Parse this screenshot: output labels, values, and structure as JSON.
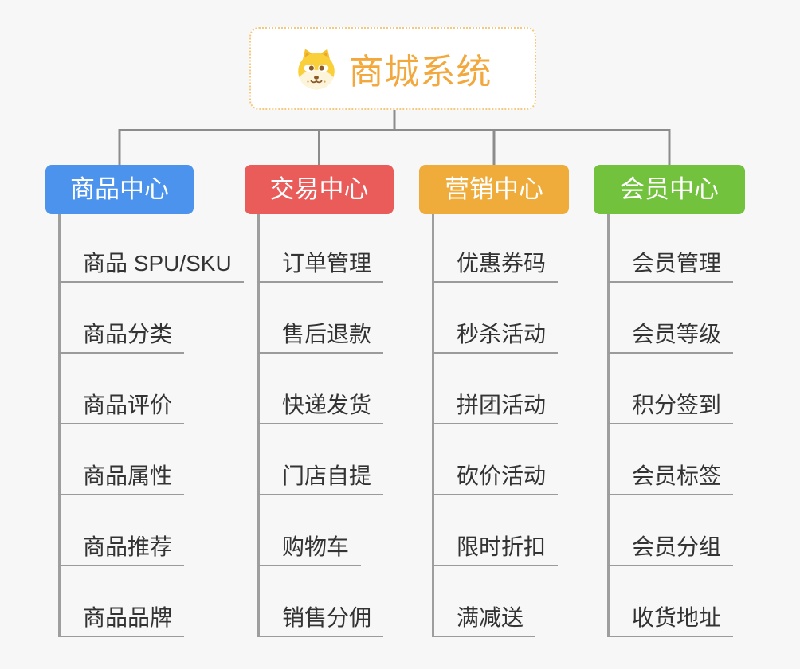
{
  "root": {
    "title": "商城系统",
    "icon": "dog-face-icon",
    "text_color": "#f2a83c",
    "border_color": "#f4c97f"
  },
  "connector_color": "#8c8c8c",
  "trunk_color": "#9e9e9e",
  "branches": [
    {
      "label": "商品中心",
      "color": "#4b93ec",
      "children": [
        "商品 SPU/SKU",
        "商品分类",
        "商品评价",
        "商品属性",
        "商品推荐",
        "商品品牌"
      ]
    },
    {
      "label": "交易中心",
      "color": "#e95c5a",
      "children": [
        "订单管理",
        "售后退款",
        "快递发货",
        "门店自提",
        "购物车",
        "销售分佣"
      ]
    },
    {
      "label": "营销中心",
      "color": "#efac3a",
      "children": [
        "优惠券码",
        "秒杀活动",
        "拼团活动",
        "砍价活动",
        "限时折扣",
        "满减送"
      ]
    },
    {
      "label": "会员中心",
      "color": "#72c23e",
      "children": [
        "会员管理",
        "会员等级",
        "积分签到",
        "会员标签",
        "会员分组",
        "收货地址"
      ]
    }
  ]
}
